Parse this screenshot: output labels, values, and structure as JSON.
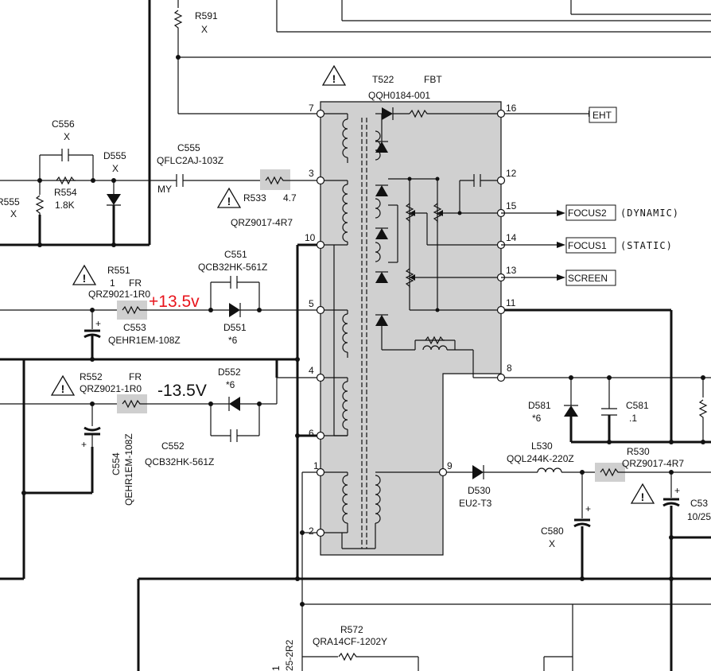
{
  "transformer": {
    "ref": "T522",
    "type": "FBT",
    "part": "QQH0184-001",
    "pins": [
      "7",
      "16",
      "3",
      "12",
      "15",
      "10",
      "14",
      "13",
      "5",
      "11",
      "4",
      "8",
      "6",
      "1",
      "9",
      "2"
    ]
  },
  "outputs": {
    "eht": "EHT",
    "focus2": "FOCUS2",
    "focus2_note": "(DYNAMIC)",
    "focus1": "FOCUS1",
    "focus1_note": "(STATIC)",
    "screen": "SCREEN"
  },
  "annotations": {
    "plus_voltage": "+13.5v",
    "minus_voltage": "-13.5V",
    "plus_color": "#e8141c"
  },
  "components": {
    "r591": {
      "ref": "R591",
      "val": "X"
    },
    "c556": {
      "ref": "C556",
      "val": "X"
    },
    "d555": {
      "ref": "D555",
      "val": "X"
    },
    "r555": {
      "ref": "R555",
      "val": "X"
    },
    "r554": {
      "ref": "R554",
      "val": "1.8K"
    },
    "c555": {
      "ref": "C555",
      "part": "QFLC2AJ-103Z",
      "note": "MY"
    },
    "r533": {
      "ref": "R533",
      "val": "4.7",
      "part": "QRZ9017-4R7"
    },
    "r551": {
      "ref": "R551",
      "val": "1",
      "note": "FR",
      "part": "QRZ9021-1R0"
    },
    "c551": {
      "ref": "C551",
      "part": "QCB32HK-561Z"
    },
    "c553": {
      "ref": "C553",
      "part": "QEHR1EM-108Z"
    },
    "d551": {
      "ref": "D551",
      "val": "*6"
    },
    "r552": {
      "ref": "R552",
      "note": "FR",
      "part": "QRZ9021-1R0"
    },
    "d552": {
      "ref": "D552",
      "val": "*6"
    },
    "c552": {
      "ref": "C552",
      "part": "QCB32HK-561Z"
    },
    "c554": {
      "ref": "C554",
      "part": "QEHR1EM-108Z"
    },
    "d581": {
      "ref": "D581",
      "val": "*6"
    },
    "c581": {
      "ref": "C581",
      "val": ".1"
    },
    "l530": {
      "ref": "L530",
      "part": "QQL244K-220Z"
    },
    "r530": {
      "ref": "R530",
      "part": "QRZ9017-4R7"
    },
    "d530": {
      "ref": "D530",
      "part": "EU2-T3"
    },
    "c580": {
      "ref": "C580",
      "val": "X"
    },
    "c53x": {
      "ref": "C53",
      "val": "10/25"
    },
    "r572": {
      "ref": "R572",
      "part": "QRA14CF-1202Y"
    },
    "edge_label": "25-2R2",
    "edge_label2": "1"
  }
}
